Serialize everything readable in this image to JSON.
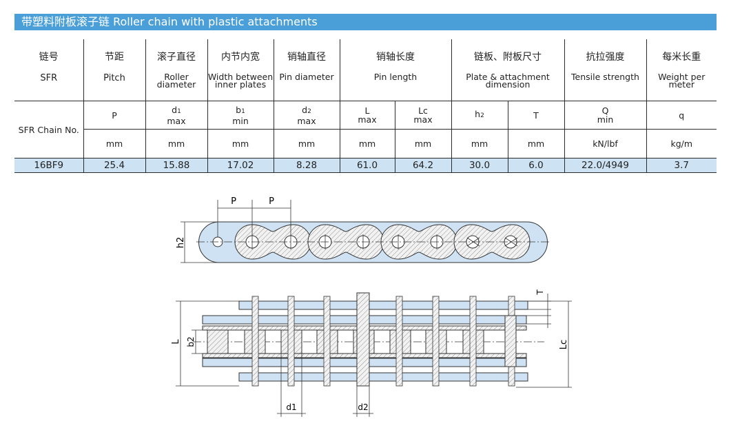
{
  "title": "带塑料附板滚子链  Roller chain with plastic attachments",
  "columns": [
    {
      "cn": "链号",
      "en": "SFR"
    },
    {
      "cn": "节距",
      "en": "Pitch"
    },
    {
      "cn": "滚子直径",
      "en": "Roller diameter"
    },
    {
      "cn": "内节内宽",
      "en": "Width between inner plates"
    },
    {
      "cn": "销轴直径",
      "en": "Pin diameter"
    },
    {
      "cn": "销轴长度",
      "en": "Pin length"
    },
    {
      "cn": "链板、附板尺寸",
      "en": "Plate & attachment dimension"
    },
    {
      "cn": "抗拉强度",
      "en": "Tensile strength"
    },
    {
      "cn": "每米长重",
      "en": "Weight per meter"
    }
  ],
  "chain_label": "SFR Chain No.",
  "symbols": {
    "P": "P",
    "d1": "d",
    "d1_sub": "1",
    "d1_q": "max",
    "b1": "b",
    "b1_sub": "1",
    "b1_q": "min",
    "d2": "d",
    "d2_sub": "2",
    "d2_q": "max",
    "L": "L",
    "L_q": "max",
    "Lc": "Lc",
    "Lc_q": "max",
    "h2": "h",
    "h2_sub": "2",
    "T": "T",
    "Q": "Q",
    "Q_q": "min",
    "q": "q"
  },
  "units": [
    "mm",
    "mm",
    "mm",
    "mm",
    "mm",
    "mm",
    "mm",
    "mm",
    "kN/lbf",
    "kg/m"
  ],
  "row": {
    "chain_no": "16BF9",
    "pitch": "25.4",
    "d1": "15.88",
    "b1": "17.02",
    "d2": "8.28",
    "L": "61.0",
    "Lc": "64.2",
    "h2": "30.0",
    "T": "6.0",
    "Q": "22.0/4949",
    "q": "3.7"
  },
  "drawing_labels": {
    "P1": "P",
    "P2": "P",
    "h2": "h2",
    "L": "L",
    "b2": "b2",
    "Lc": "Lc",
    "T": "T",
    "d1": "d1",
    "d2": "d2"
  },
  "colors": {
    "accent": "#4a9fd8",
    "data_row": "#cde3f4",
    "plate": "#cfe2f3"
  }
}
